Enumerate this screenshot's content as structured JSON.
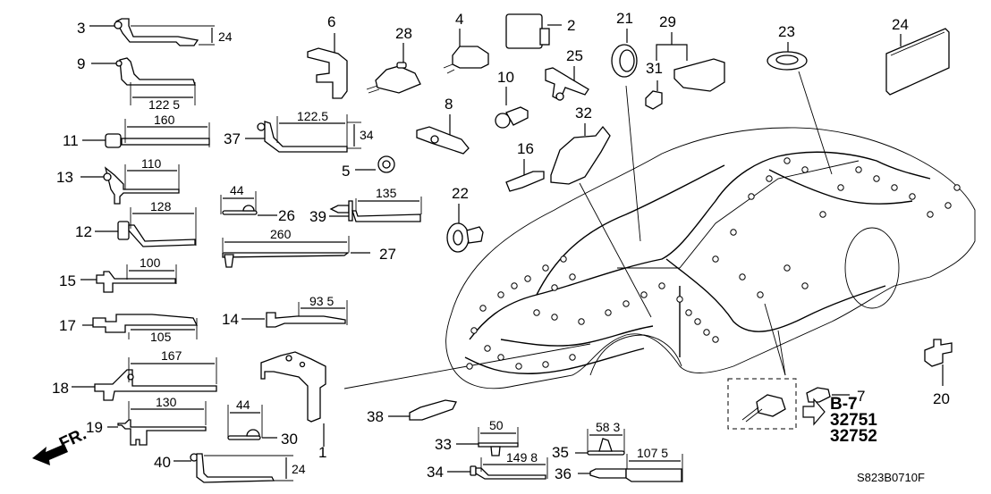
{
  "diagram": {
    "title_code": "S823B0710F",
    "direction_label": "FR.",
    "reference": {
      "section": "B-7",
      "part_numbers": [
        "32751",
        "32752"
      ]
    },
    "parts": [
      {
        "id": "1"
      },
      {
        "id": "2"
      },
      {
        "id": "3",
        "dimension": "24"
      },
      {
        "id": "4"
      },
      {
        "id": "5"
      },
      {
        "id": "6"
      },
      {
        "id": "7"
      },
      {
        "id": "8"
      },
      {
        "id": "9",
        "dimension": "122 5"
      },
      {
        "id": "10"
      },
      {
        "id": "11",
        "dimension": "160"
      },
      {
        "id": "12",
        "dimension": "128"
      },
      {
        "id": "13",
        "dimension": "110"
      },
      {
        "id": "14",
        "dimension": "93 5"
      },
      {
        "id": "15",
        "dimension": "100"
      },
      {
        "id": "16"
      },
      {
        "id": "17",
        "dimension": "105"
      },
      {
        "id": "18",
        "dimension": "167"
      },
      {
        "id": "19",
        "dimension": "130"
      },
      {
        "id": "20"
      },
      {
        "id": "21"
      },
      {
        "id": "22"
      },
      {
        "id": "23"
      },
      {
        "id": "24"
      },
      {
        "id": "25"
      },
      {
        "id": "26",
        "dimension": "44"
      },
      {
        "id": "27",
        "dimension": "260"
      },
      {
        "id": "28"
      },
      {
        "id": "29"
      },
      {
        "id": "30",
        "dimension": "44"
      },
      {
        "id": "31"
      },
      {
        "id": "32"
      },
      {
        "id": "33",
        "dimension": "50"
      },
      {
        "id": "34",
        "dimension": "149 8"
      },
      {
        "id": "35",
        "dimension": "58 3"
      },
      {
        "id": "36",
        "dimension": "107 5"
      },
      {
        "id": "37",
        "dimension": "122.5",
        "dimension2": "34"
      },
      {
        "id": "38"
      },
      {
        "id": "39",
        "dimension": "135"
      },
      {
        "id": "40",
        "dimension": "24"
      }
    ]
  }
}
